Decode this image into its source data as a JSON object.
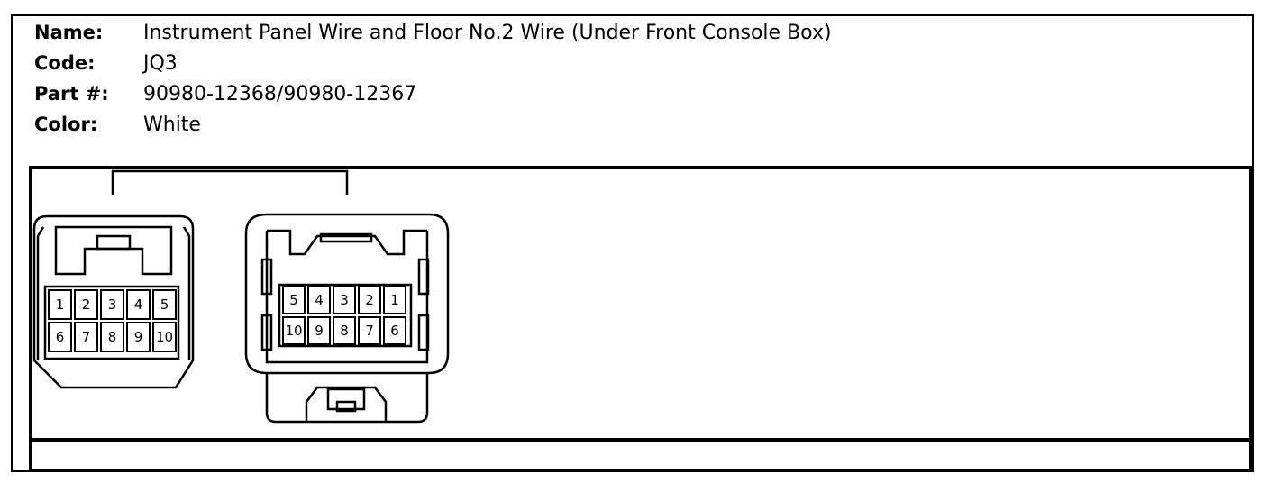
{
  "info": {
    "name_label": "Name:",
    "name_value": "Instrument Panel Wire and Floor No.2 Wire (Under Front Console Box)",
    "code_label": "Code:",
    "code_value": "JQ3",
    "part_label": "Part #:",
    "part_value": "90980-12368/90980-12367",
    "color_label": "Color:",
    "color_value": "White"
  },
  "connector_left": {
    "pins_top": [
      "1",
      "2",
      "3",
      "4",
      "5"
    ],
    "pins_bottom": [
      "6",
      "7",
      "8",
      "9",
      "10"
    ]
  },
  "connector_right": {
    "pins_top": [
      "5",
      "4",
      "3",
      "2",
      "1"
    ],
    "pins_bottom": [
      "10",
      "9",
      "8",
      "7",
      "6"
    ]
  }
}
